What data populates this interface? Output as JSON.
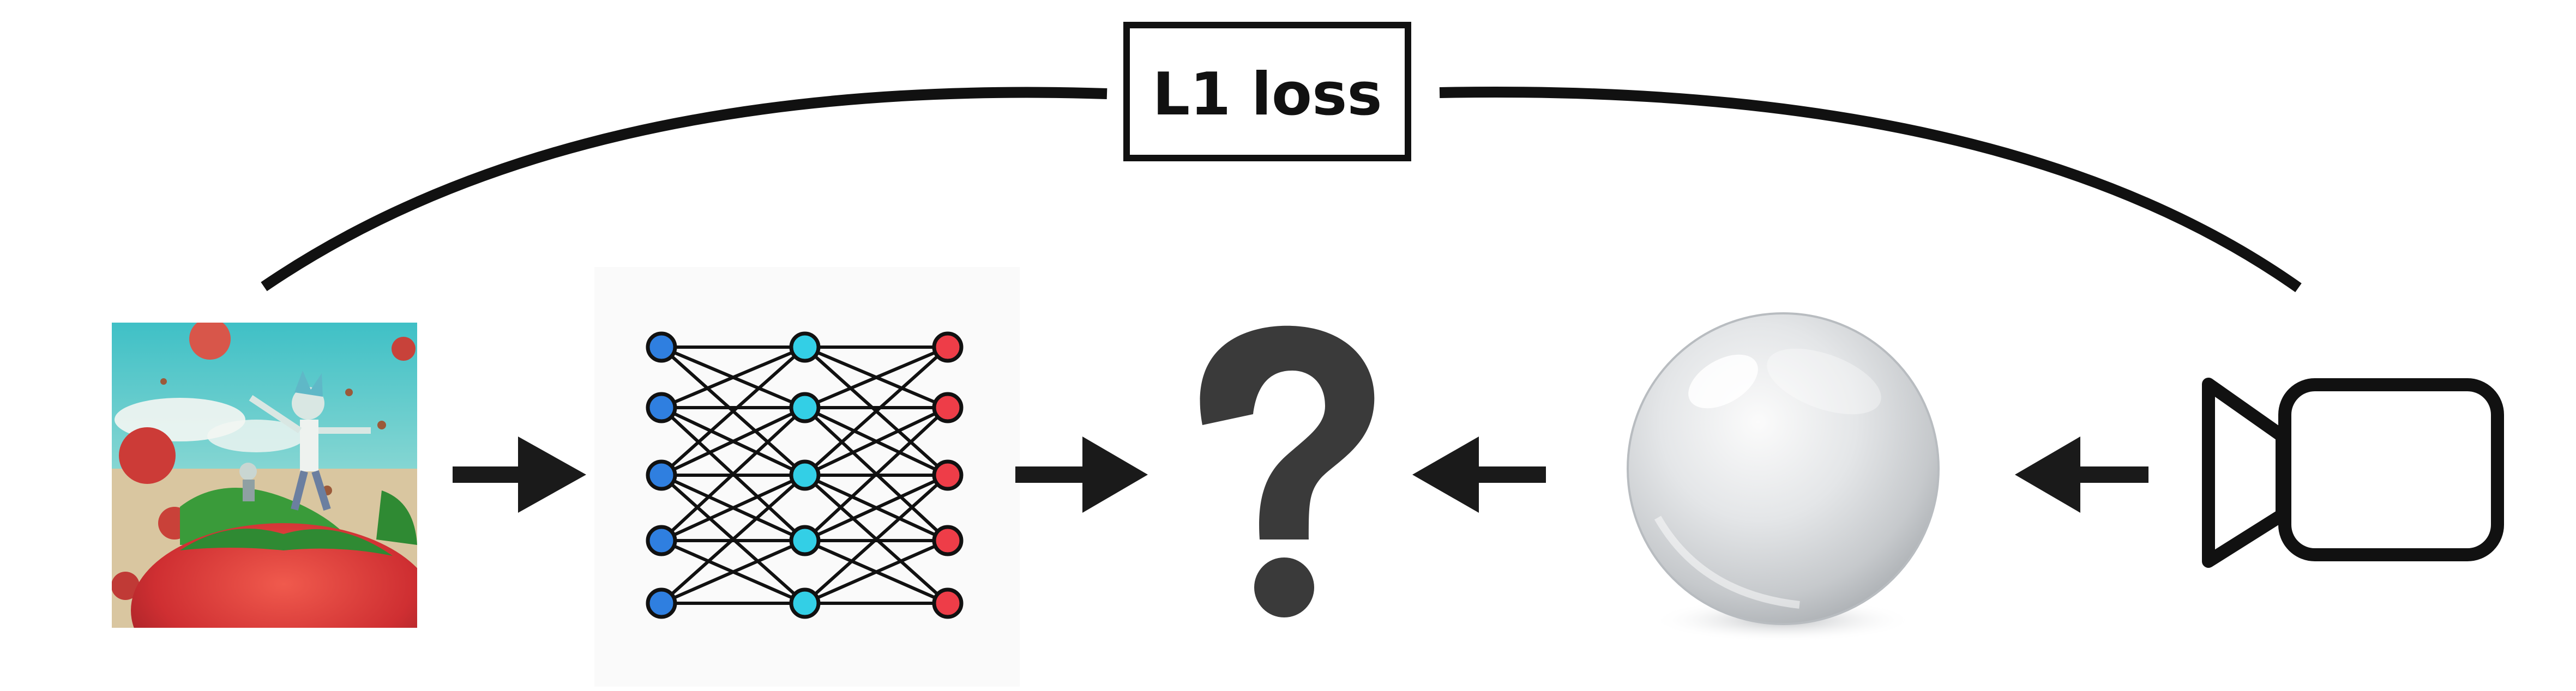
{
  "loss_box": {
    "label": "L1 loss"
  },
  "pipeline": {
    "stages": [
      {
        "name": "input-image",
        "kind": "picture"
      },
      {
        "name": "neural-network",
        "kind": "icon"
      },
      {
        "name": "unknown-output",
        "kind": "icon",
        "text": "?"
      },
      {
        "name": "glass-sphere",
        "kind": "icon"
      },
      {
        "name": "camera",
        "kind": "icon"
      }
    ]
  },
  "colors": {
    "ink": "#1a1a1a",
    "question_mark": "#3a3a3a",
    "input_layer": "#2f7fe0",
    "hidden_layer": "#33cfe6",
    "output_layer": "#ee3d48",
    "sky": "#52c2c8",
    "strawberry": "#d8343a",
    "leaf": "#3a9b3a"
  },
  "icons": {
    "arrow_right": "arrow-right-icon",
    "arrow_left": "arrow-left-icon",
    "network": "neural-network-icon",
    "question": "question-mark-icon",
    "sphere": "glass-sphere-icon",
    "camera": "video-camera-icon"
  }
}
